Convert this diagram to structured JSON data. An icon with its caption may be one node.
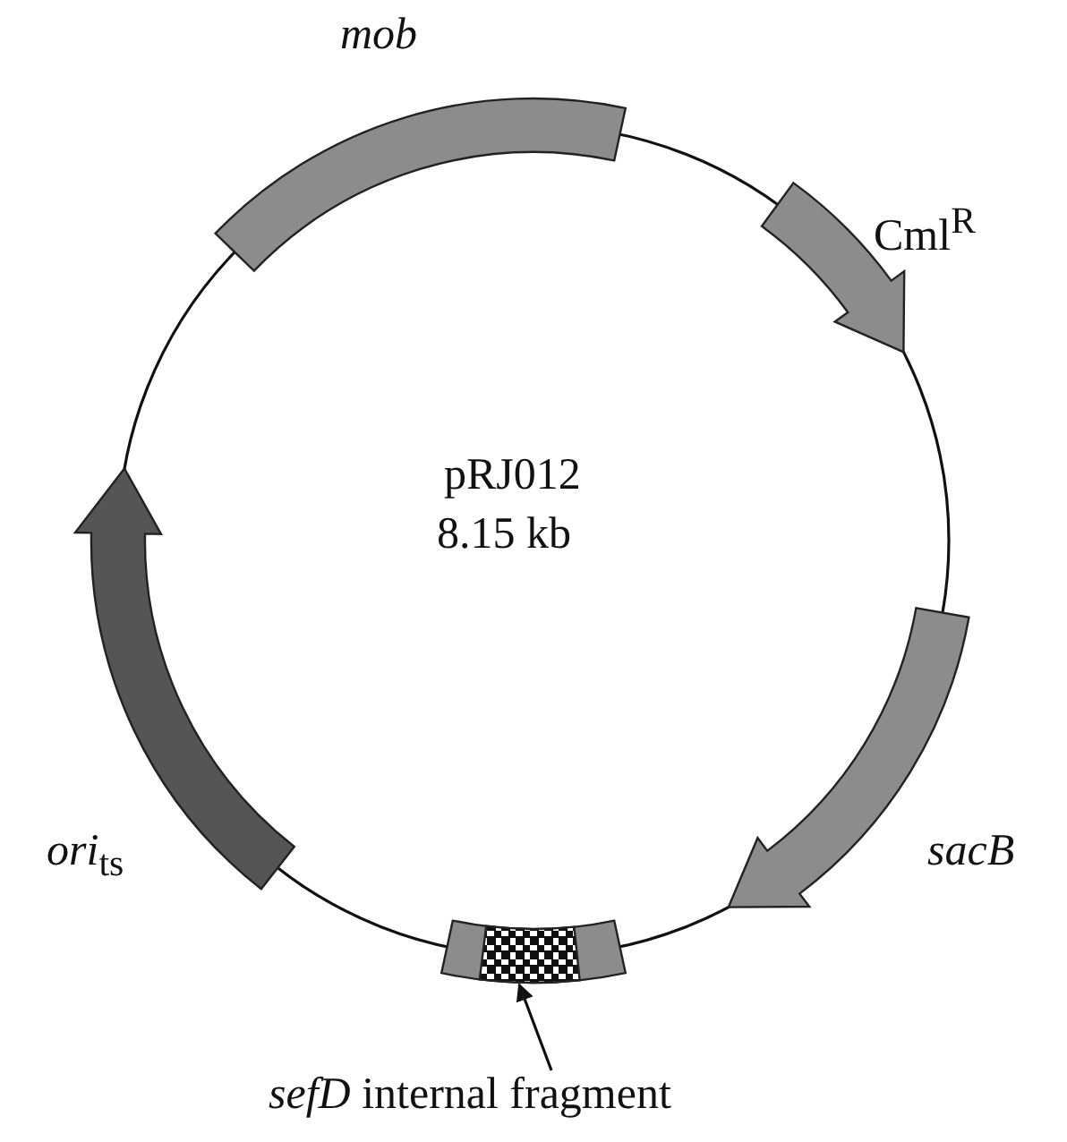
{
  "diagram": {
    "nodes": [
      {
        "text": [
          "*sefD* internal fragment"
        ]
      },
      {
        "text": [],
        "shape": "box"
      }
    ],
    "edges": [
      {
        "from": 0,
        "to": 1,
        "arrow": "to"
      }
    ],
    "labels": [
      "mob",
      "Cml$^{R}$",
      "pRJ012",
      "8.15 kb",
      "sacB",
      "*ori*$_{ts}$"
    ]
  }
}
